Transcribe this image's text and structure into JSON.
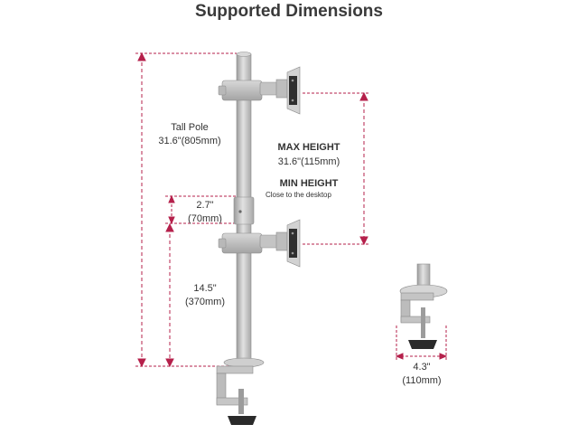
{
  "title": "Supported Dimensions",
  "annotations": {
    "tall_pole": "Tall Pole",
    "tall_pole_value": "31.6\"(805mm)",
    "max_height": "MAX HEIGHT",
    "max_height_value": "31.6\"(115mm)",
    "min_height": "MIN HEIGHT",
    "min_height_note": "Close to the desktop",
    "gap_value": "2.7\"",
    "gap_mm": "(70mm)",
    "lower_value": "14.5\"",
    "lower_mm": "(370mm)",
    "clamp_value": "4.3\"",
    "clamp_mm": "(110mm)"
  },
  "colors": {
    "dimension_line": "#b5204b",
    "pole": "#c9c9c9",
    "pole_shadow": "#9a9a9a",
    "knob": "#2a2a2a"
  }
}
